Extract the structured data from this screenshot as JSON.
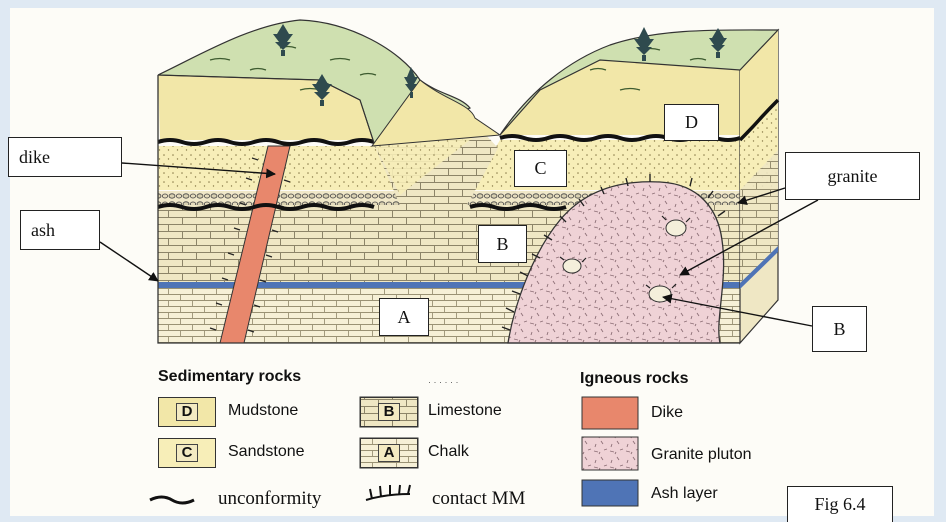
{
  "callouts": {
    "dike": "dike",
    "ash": "ash",
    "granite": "granite",
    "b_right": "B",
    "d": "D",
    "c": "C",
    "b_mid": "B",
    "a": "A"
  },
  "legend": {
    "sedimentary_title": "Sedimentary rocks",
    "igneous_title": "Igneous rocks",
    "sedimentary": [
      {
        "code": "D",
        "label": "Mudstone"
      },
      {
        "code": "C",
        "label": "Sandstone"
      },
      {
        "code": "B",
        "label": "Limestone"
      },
      {
        "code": "A",
        "label": "Chalk"
      }
    ],
    "igneous": [
      {
        "label": "Dike",
        "color": "#e8876c"
      },
      {
        "label": "Granite pluton",
        "color": "#efd2d6"
      },
      {
        "label": "Ash layer",
        "color": "#4f74b6"
      }
    ],
    "unconformity": "unconformity",
    "contact": "contact MM"
  },
  "figure_label": "Fig 6.4",
  "colors": {
    "mudstone": "#f2e7a8",
    "sandstone": "#f7eeb8",
    "limestone": "#efe7c4",
    "chalk": "#f6f0d6",
    "dike": "#e8876c",
    "granite": "#efd2d6",
    "ash": "#4f74b6",
    "grass": "#cfe0b0"
  }
}
